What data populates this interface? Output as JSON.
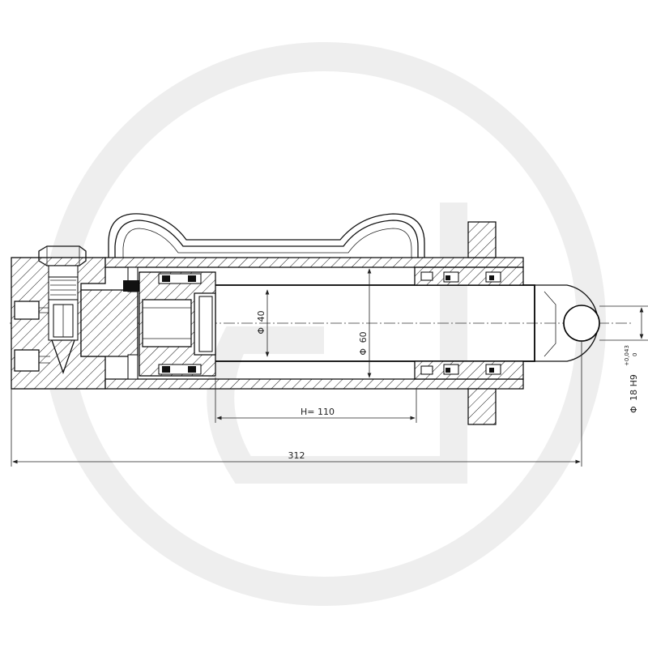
{
  "drawing": {
    "watermark_color": "#eeeeee",
    "line_color": "#000000",
    "dimensions": {
      "overall_length": "312",
      "stroke": "H= 110",
      "rod_diameter": "40",
      "bore_diameter": "60",
      "eye_pin": "18 H9",
      "tolerance_upper": "+0,043",
      "tolerance_lower": "0",
      "diameter_symbol": "Φ"
    }
  }
}
